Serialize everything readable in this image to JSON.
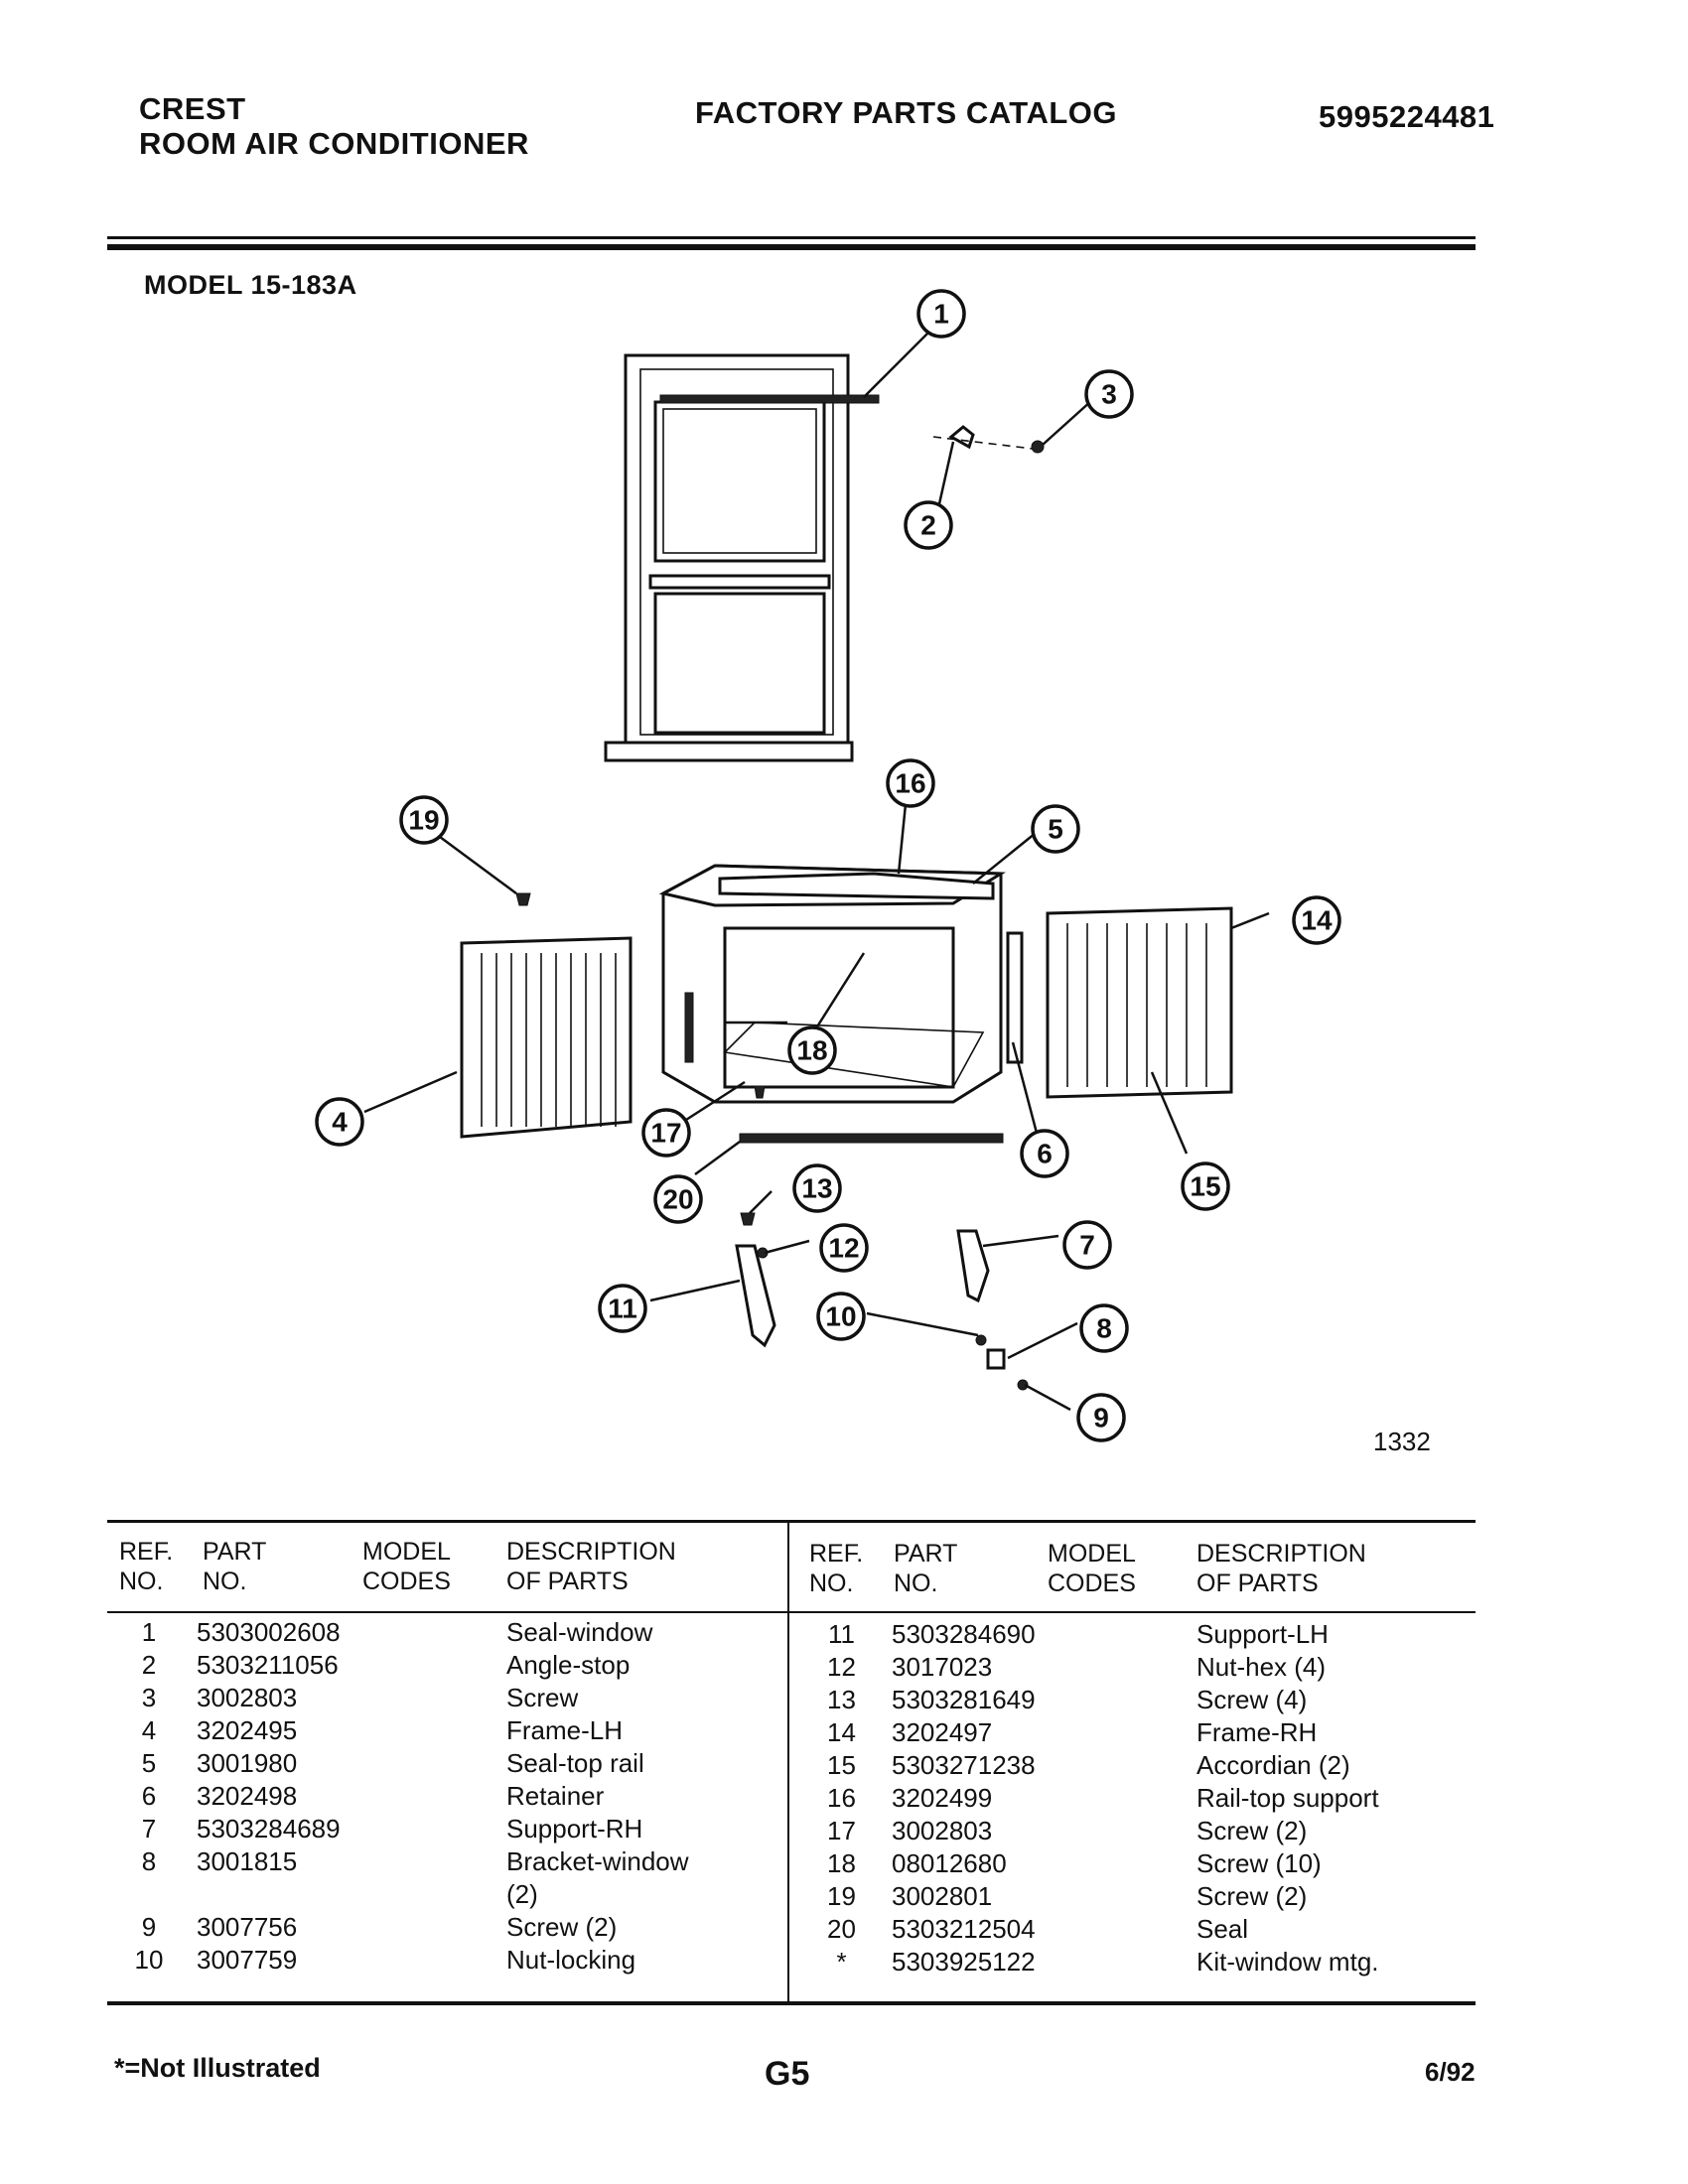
{
  "header": {
    "brand": "CREST",
    "product": "ROOM AIR CONDITIONER",
    "catalog_title": "FACTORY PARTS CATALOG",
    "catalog_number": "5995224481",
    "model": "MODEL 15-183A"
  },
  "diagram": {
    "figure_number": "1332",
    "callouts": [
      "1",
      "2",
      "3",
      "4",
      "5",
      "6",
      "7",
      "8",
      "9",
      "10",
      "11",
      "12",
      "13",
      "14",
      "15",
      "16",
      "17",
      "18",
      "19",
      "20"
    ]
  },
  "table": {
    "headers": {
      "ref_1": "REF.",
      "ref_2": "NO.",
      "part_1": "PART",
      "part_2": "NO.",
      "model_1": "MODEL",
      "model_2": "CODES",
      "desc_1": "DESCRIPTION",
      "desc_2": "OF PARTS"
    },
    "left_rows": [
      {
        "ref": "1",
        "part": "5303002608",
        "codes": "",
        "desc": "Seal-window"
      },
      {
        "ref": "2",
        "part": "5303211056",
        "codes": "",
        "desc": "Angle-stop"
      },
      {
        "ref": "3",
        "part": "3002803",
        "codes": "",
        "desc": "Screw"
      },
      {
        "ref": "4",
        "part": "3202495",
        "codes": "",
        "desc": "Frame-LH"
      },
      {
        "ref": "5",
        "part": "3001980",
        "codes": "",
        "desc": "Seal-top rail"
      },
      {
        "ref": "6",
        "part": "3202498",
        "codes": "",
        "desc": "Retainer"
      },
      {
        "ref": "7",
        "part": "5303284689",
        "codes": "",
        "desc": "Support-RH"
      },
      {
        "ref": "8",
        "part": "3001815",
        "codes": "",
        "desc": "Bracket-window"
      },
      {
        "ref": "",
        "part": "",
        "codes": "",
        "desc": "(2)"
      },
      {
        "ref": "9",
        "part": "3007756",
        "codes": "",
        "desc": "Screw (2)"
      },
      {
        "ref": "10",
        "part": "3007759",
        "codes": "",
        "desc": "Nut-locking"
      }
    ],
    "right_rows": [
      {
        "ref": "11",
        "part": "5303284690",
        "codes": "",
        "desc": "Support-LH"
      },
      {
        "ref": "12",
        "part": "3017023",
        "codes": "",
        "desc": "Nut-hex (4)"
      },
      {
        "ref": "13",
        "part": "5303281649",
        "codes": "",
        "desc": "Screw (4)"
      },
      {
        "ref": "14",
        "part": "3202497",
        "codes": "",
        "desc": "Frame-RH"
      },
      {
        "ref": "15",
        "part": "5303271238",
        "codes": "",
        "desc": "Accordian (2)"
      },
      {
        "ref": "16",
        "part": "3202499",
        "codes": "",
        "desc": "Rail-top support"
      },
      {
        "ref": "17",
        "part": "3002803",
        "codes": "",
        "desc": "Screw (2)"
      },
      {
        "ref": "18",
        "part": "08012680",
        "codes": "",
        "desc": "Screw (10)"
      },
      {
        "ref": "19",
        "part": "3002801",
        "codes": "",
        "desc": "Screw (2)"
      },
      {
        "ref": "20",
        "part": "5303212504",
        "codes": "",
        "desc": "Seal"
      },
      {
        "ref": "*",
        "part": "5303925122",
        "codes": "",
        "desc": "Kit-window mtg."
      }
    ]
  },
  "footer": {
    "note": "*=Not Illustrated",
    "page": "G5",
    "date": "6/92"
  }
}
